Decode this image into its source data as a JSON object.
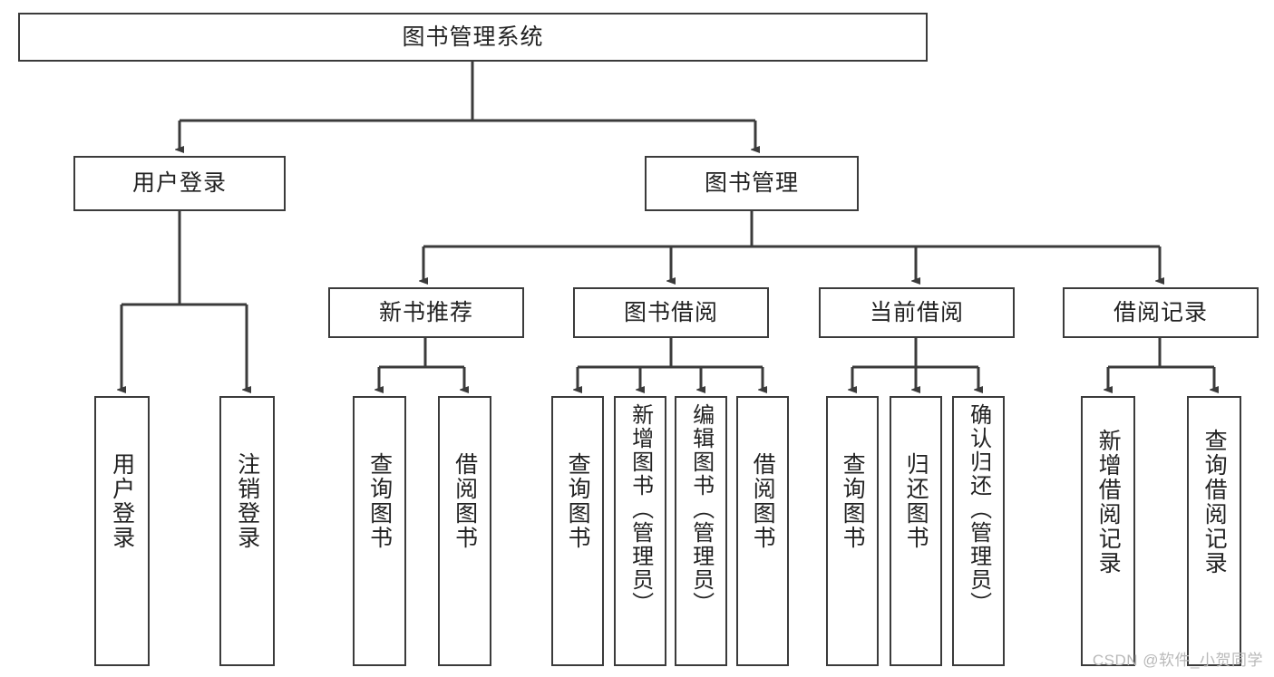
{
  "diagram": {
    "title": "图书管理系统",
    "type": "tree",
    "orientation": "top-down",
    "watermark": "CSDN @软件_小贺同学",
    "colors": {
      "box_border": "#3b3b3b",
      "box_fill": "#ffffff",
      "edge": "#3b3b3b",
      "text": "#222222",
      "watermark": "#b9b9b9",
      "background": "#ffffff"
    },
    "nodes": {
      "root": {
        "label": "图书管理系统"
      },
      "level2": [
        {
          "id": "user-login",
          "label": "用户登录"
        },
        {
          "id": "book-manage",
          "label": "图书管理"
        }
      ],
      "level3": [
        {
          "id": "new-book-recommend",
          "label": "新书推荐"
        },
        {
          "id": "book-borrow",
          "label": "图书借阅"
        },
        {
          "id": "current-borrow",
          "label": "当前借阅"
        },
        {
          "id": "borrow-record",
          "label": "借阅记录"
        }
      ],
      "leaves": [
        {
          "id": "leaf-user-login",
          "label": "用户登录",
          "parent": "user-login"
        },
        {
          "id": "leaf-logout-login",
          "label": "注销登录",
          "parent": "user-login"
        },
        {
          "id": "leaf-query-book-1",
          "label": "查询图书",
          "parent": "new-book-recommend"
        },
        {
          "id": "leaf-borrow-book-1",
          "label": "借阅图书",
          "parent": "new-book-recommend"
        },
        {
          "id": "leaf-query-book-2",
          "label": "查询图书",
          "parent": "book-borrow"
        },
        {
          "id": "leaf-add-book",
          "label": "新增图书（管理员）",
          "parent": "book-borrow"
        },
        {
          "id": "leaf-edit-book",
          "label": "编辑图书（管理员）",
          "parent": "book-borrow"
        },
        {
          "id": "leaf-borrow-book-2",
          "label": "借阅图书",
          "parent": "book-borrow"
        },
        {
          "id": "leaf-query-book-3",
          "label": "查询图书",
          "parent": "current-borrow"
        },
        {
          "id": "leaf-return-book",
          "label": "归还图书",
          "parent": "current-borrow"
        },
        {
          "id": "leaf-confirm-return",
          "label": "确认归还（管理员）",
          "parent": "current-borrow"
        },
        {
          "id": "leaf-add-record",
          "label": "新增借阅记录",
          "parent": "borrow-record"
        },
        {
          "id": "leaf-query-record",
          "label": "查询借阅记录",
          "parent": "borrow-record"
        }
      ]
    }
  }
}
